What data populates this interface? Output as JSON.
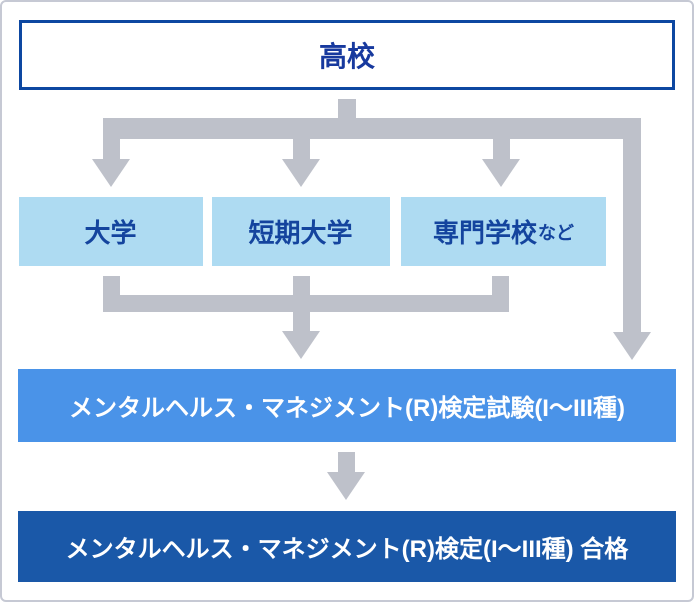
{
  "flowchart": {
    "title_box": {
      "label": "高校"
    },
    "path_boxes": [
      {
        "label": "大学",
        "suffix": ""
      },
      {
        "label": "短期大学",
        "suffix": ""
      },
      {
        "label": "専門学校",
        "suffix": "など"
      }
    ],
    "exam_box": {
      "label": "メンタルヘルス・マネジメント(R)検定試験(I〜III種)"
    },
    "result_box": {
      "label": "メンタルヘルス・マネジメント(R)検定(I〜III種) 合格"
    },
    "connectors": {
      "high_school_to_paths": "down-arrows to 大学 / 短期大学 / 専門学校など",
      "high_school_bypass": "down-arrow directly to 検定試験",
      "paths_to_exam": "merged down-arrow to 検定試験",
      "exam_to_result": "down-arrow to 合格"
    },
    "colors": {
      "outline_blue": "#0d47a1",
      "text_blue": "#17399e",
      "light_blue": "#aedbf2",
      "medium_blue": "#4a93e8",
      "dark_blue": "#1a58a8",
      "arrow_gray": "#bec1ca",
      "frame_gray": "#c6c9d4"
    }
  }
}
